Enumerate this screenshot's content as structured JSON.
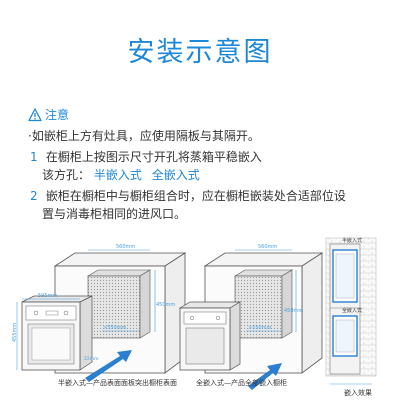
{
  "title": "安装示意图",
  "note": {
    "label": "注意",
    "line0": "·如嵌柜上方有灶具，应使用隔板与其隔开。",
    "item1_num": "1",
    "item1_text": "在橱柜上按图示尺寸开孔将蒸箱平稳嵌入",
    "item1_cont_prefix": "该方孔：",
    "item1_opt1": "半嵌入式",
    "item1_opt2": "全嵌入式",
    "item2_num": "2",
    "item2_text": "嵌柜在橱柜中与橱柜组合时，应在橱柜嵌装处合适部位设",
    "item2_cont": "置与消毒柜相同的进风口。"
  },
  "diagrams": {
    "left": {
      "caption": "半嵌入式—产品表面面板突出橱柜表面",
      "dims": {
        "width": "560mm",
        "height": "450mm",
        "depth": ">550mm",
        "oven_w": "595mm",
        "oven_h": "455mm",
        "side": "22mm"
      }
    },
    "middle": {
      "caption": "全嵌入式—产品全部嵌入橱柜",
      "dims": {
        "width": "560mm",
        "height": "450mm",
        "depth": ">550mm"
      }
    },
    "right": {
      "caption": "嵌入效果",
      "label_top": "半嵌入式",
      "label_bottom": "全嵌入式"
    }
  },
  "colors": {
    "accent": "#1e88d8",
    "cabinet_line": "#555555",
    "dim_line": "#4aa0e0"
  }
}
